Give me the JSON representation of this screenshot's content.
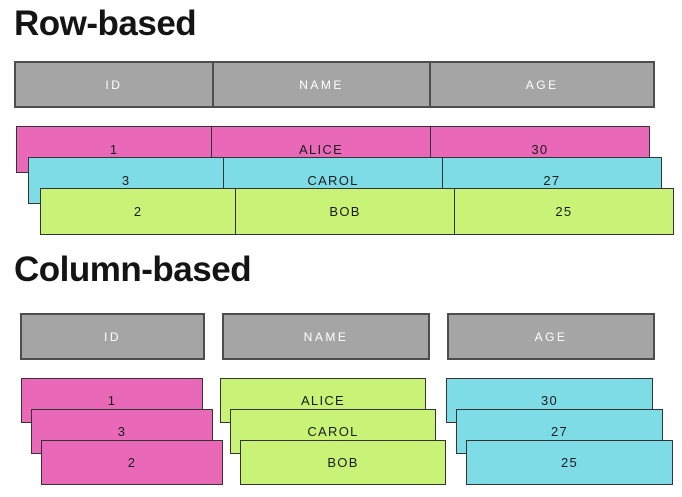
{
  "palette": {
    "pink": "#EA68B8",
    "cyan": "#7EDCE6",
    "green": "#C9F377",
    "header_gray": "#A5A5A5",
    "border_dark": "#343434",
    "header_border": "#4d4d4d",
    "header_text": "#ffffff",
    "cell_text": "#1c1c1c"
  },
  "row_based": {
    "title": "Row-based",
    "headers": [
      "ID",
      "NAME",
      "AGE"
    ],
    "rows": [
      {
        "color": "pink",
        "cells": [
          "1",
          "ALICE",
          "30"
        ]
      },
      {
        "color": "cyan",
        "cells": [
          "3",
          "CAROL",
          "27"
        ]
      },
      {
        "color": "green",
        "cells": [
          "2",
          "BOB",
          "25"
        ]
      }
    ]
  },
  "column_based": {
    "title": "Column-based",
    "headers": [
      "ID",
      "NAME",
      "AGE"
    ],
    "columns": [
      {
        "header": "ID",
        "color": "pink",
        "values": [
          "1",
          "3",
          "2"
        ]
      },
      {
        "header": "NAME",
        "color": "green",
        "values": [
          "ALICE",
          "CAROL",
          "BOB"
        ]
      },
      {
        "header": "AGE",
        "color": "cyan",
        "values": [
          "30",
          "27",
          "25"
        ]
      }
    ]
  }
}
